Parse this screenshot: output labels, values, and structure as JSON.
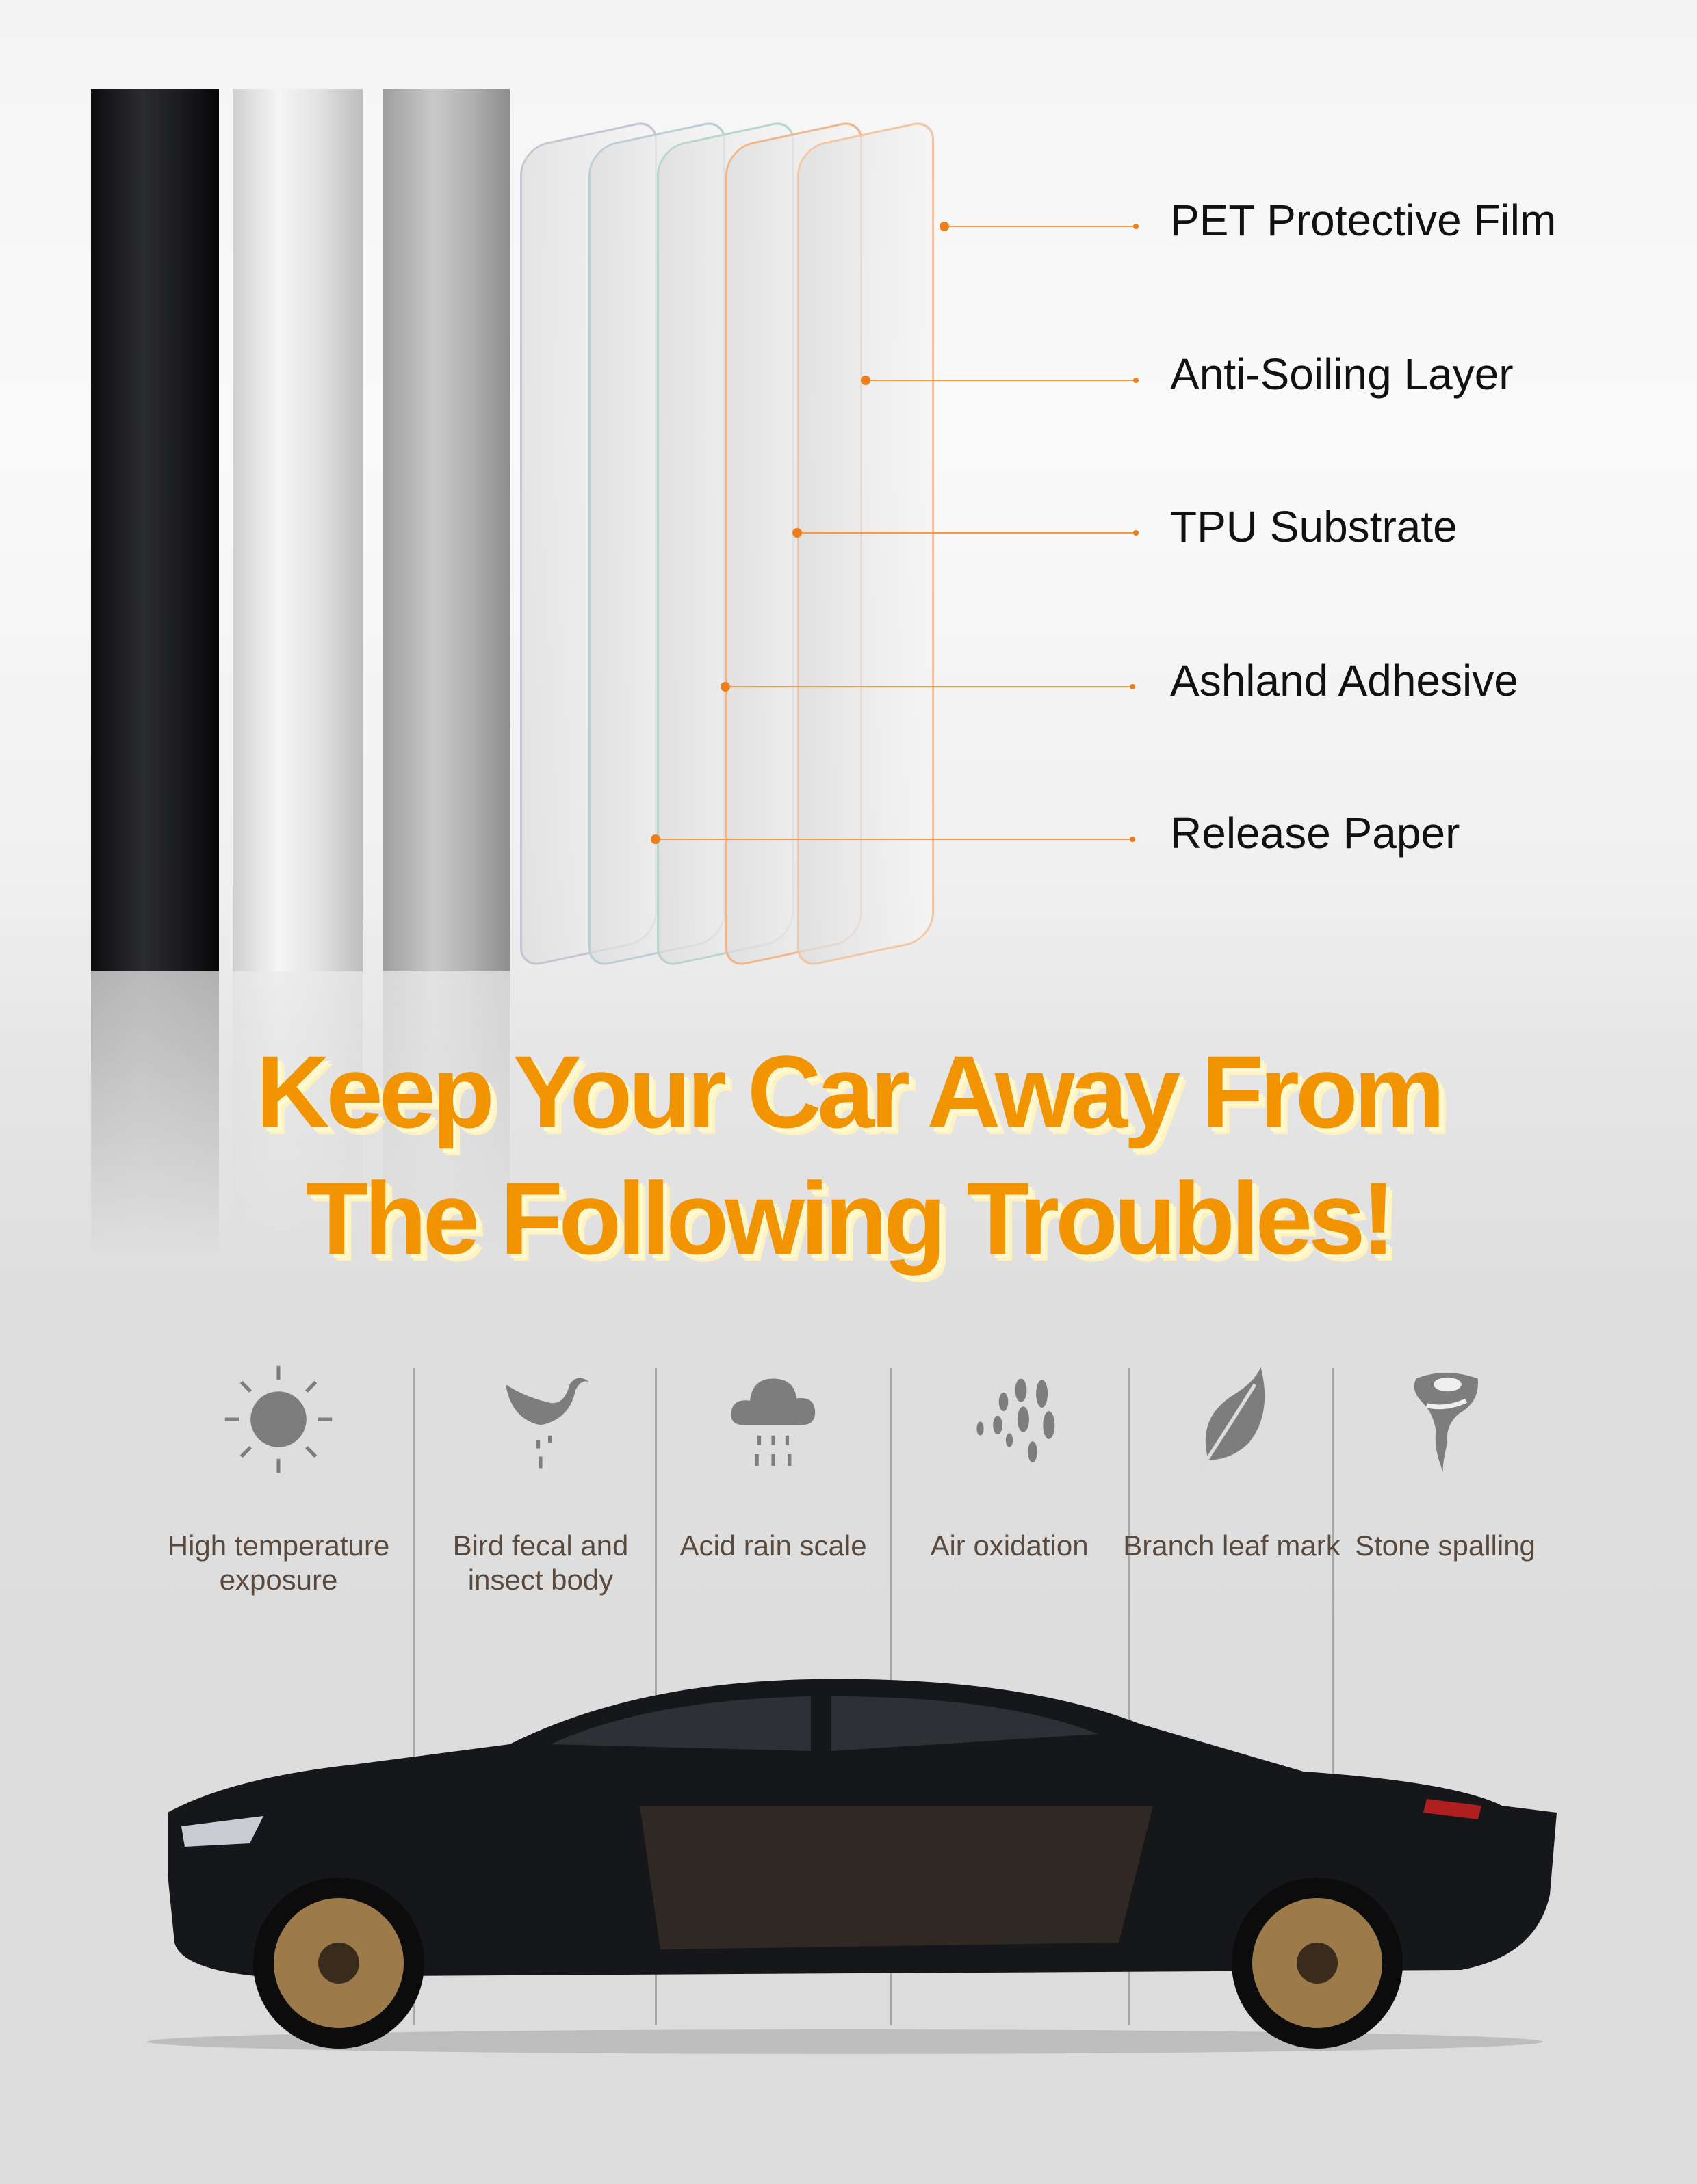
{
  "layers": [
    {
      "label": "PET Protective Film"
    },
    {
      "label": "Anti-Soiling Layer"
    },
    {
      "label": "TPU Substrate"
    },
    {
      "label": "Ashland Adhesive"
    },
    {
      "label": "Release Paper"
    }
  ],
  "title": {
    "line1": "Keep Your Car Away From",
    "line2": "The Following Troubles!"
  },
  "troubles": [
    {
      "label": "High temperature exposure",
      "icon": "sun-icon"
    },
    {
      "label": "Bird fecal and insect body",
      "icon": "bird-icon"
    },
    {
      "label": "Acid rain scale",
      "icon": "rain-cloud-icon"
    },
    {
      "label": "Air oxidation",
      "icon": "droplets-icon"
    },
    {
      "label": "Branch leaf mark",
      "icon": "leaf-icon"
    },
    {
      "label": "Stone spalling",
      "icon": "tornado-icon"
    }
  ],
  "colors": {
    "accent": "#f29400",
    "leader": "#ef7d1a",
    "label_text": "#5a4a3e"
  }
}
